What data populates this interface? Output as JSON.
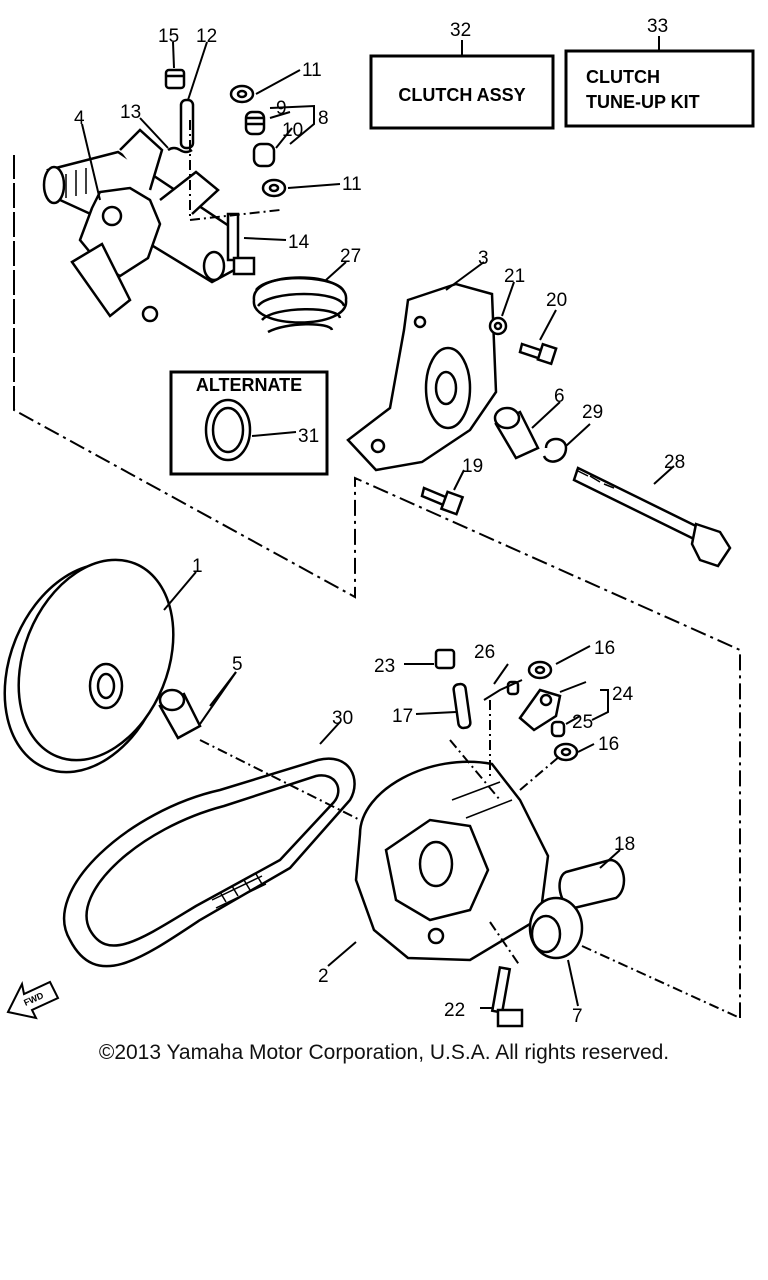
{
  "boxes": {
    "clutch_assy": "CLUTCH ASSY",
    "clutch_tuneup_line1": "CLUTCH",
    "clutch_tuneup_line2": "TUNE-UP KIT",
    "alternate": "ALTERNATE"
  },
  "callouts": {
    "c1": "1",
    "c2": "2",
    "c3": "3",
    "c4": "4",
    "c5": "5",
    "c6": "6",
    "c7": "7",
    "c8": "8",
    "c9": "9",
    "c10": "10",
    "c11a": "11",
    "c11b": "11",
    "c12": "12",
    "c13": "13",
    "c14": "14",
    "c15": "15",
    "c16a": "16",
    "c16b": "16",
    "c17": "17",
    "c18": "18",
    "c19": "19",
    "c20": "20",
    "c21": "21",
    "c22": "22",
    "c23": "23",
    "c24": "24",
    "c25": "25",
    "c26": "26",
    "c27": "27",
    "c28": "28",
    "c29": "29",
    "c30": "30",
    "c31": "31",
    "c32": "32",
    "c33": "33"
  },
  "fwd_arrow_label": "FWD",
  "copyright": "©2013 Yamaha Motor Corporation, U.S.A. All rights reserved."
}
